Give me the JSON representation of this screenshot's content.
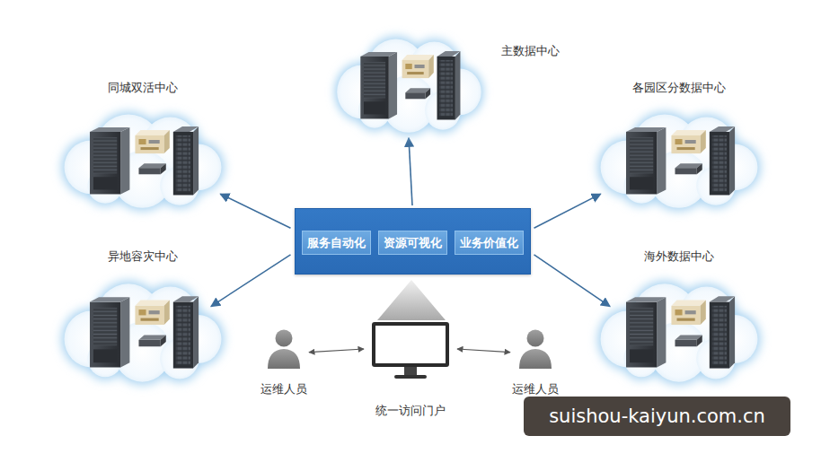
{
  "diagram": {
    "nodes": [
      {
        "text": [
          "主数据中心"
        ]
      },
      {
        "text": [
          "同城双活中心"
        ]
      },
      {
        "text": [
          "各园区分数据中心"
        ]
      },
      {
        "text": []
      },
      {
        "text": [
          "服务自动化"
        ],
        "in": 3
      },
      {
        "text": [
          "资源可视化"
        ],
        "in": 3
      },
      {
        "text": [
          "业务价值化"
        ],
        "in": 3
      },
      {
        "text": [
          "异地容灾中心"
        ]
      },
      {
        "text": [
          "海外数据中心"
        ]
      },
      {
        "text": [
          "运维人员"
        ]
      },
      {
        "text": [
          "统一访问门户"
        ]
      },
      {
        "text": [
          "运维人员"
        ]
      }
    ],
    "edges": [
      {
        "from": 3,
        "to": 0,
        "arrow": "to"
      },
      {
        "from": 3,
        "to": 1,
        "arrow": "to"
      },
      {
        "from": 3,
        "to": 2,
        "arrow": "to"
      },
      {
        "from": 3,
        "to": 7,
        "arrow": "to"
      },
      {
        "from": 3,
        "to": 8,
        "arrow": "to"
      },
      {
        "from": 9,
        "to": 10,
        "arrow": "both"
      },
      {
        "from": 11,
        "to": 10,
        "arrow": "both"
      }
    ],
    "labels": [
      "suishou-kaiyun.com.cn"
    ]
  }
}
